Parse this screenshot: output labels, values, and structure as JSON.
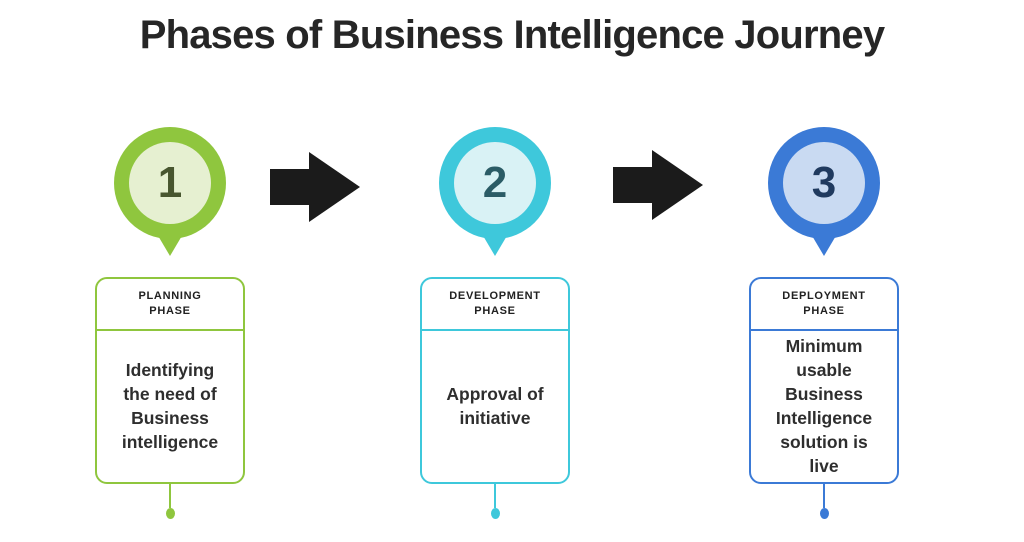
{
  "title": "Phases of Business Intelligence Journey",
  "colors": {
    "background": "#FFFFFF",
    "title_text": "#262626",
    "arrow": "#1B1B1B",
    "header_text": "#212121",
    "body_text": "#2E2E2E"
  },
  "phases": [
    {
      "number": "1",
      "header": "PLANNING\nPHASE",
      "body": "Identifying\nthe need of\nBusiness\nintelligence",
      "colors": {
        "accent": "#8FC63E",
        "fill": "#E6F0D1",
        "number": "#48562F"
      }
    },
    {
      "number": "2",
      "header": "DEVELOPMENT\nPHASE",
      "body": "Approval of\ninitiative",
      "colors": {
        "accent": "#3EC8DB",
        "fill": "#D9F2F5",
        "number": "#2B5C66"
      }
    },
    {
      "number": "3",
      "header": "DEPLOYMENT\nPHASE",
      "body": "Minimum\nusable\nBusiness\nIntelligence\nsolution is\nlive",
      "colors": {
        "accent": "#3B7AD6",
        "fill": "#C9DAF2",
        "number": "#203A5F"
      }
    }
  ]
}
